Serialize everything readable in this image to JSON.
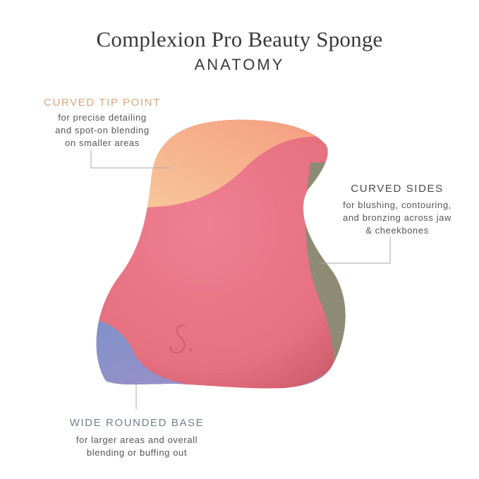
{
  "header": {
    "title": "Complexion Pro Beauty Sponge",
    "subtitle": "ANATOMY"
  },
  "callouts": {
    "tip": {
      "heading": "CURVED TIP POINT",
      "description": "for precise detailing\nand spot-on blending\non smaller areas",
      "color": "#d9a77e"
    },
    "sides": {
      "heading": "CURVED SIDES",
      "description": "for blushing, contouring,\nand bronzing across jaw\n& cheekbones",
      "color": "#4a4a4a"
    },
    "base": {
      "heading": "WIDE ROUNDED BASE",
      "description": "for larger areas and overall\nblending or buffing out",
      "color": "#6f7f8c"
    }
  },
  "colors": {
    "sponge_pink": "#e8768a",
    "sponge_peach": "#f4b28a",
    "sponge_olive": "#8d8a74",
    "sponge_lavender": "#8b8fc4",
    "leader_line": "#a7a7a7"
  },
  "logo": {
    "text": "S."
  }
}
